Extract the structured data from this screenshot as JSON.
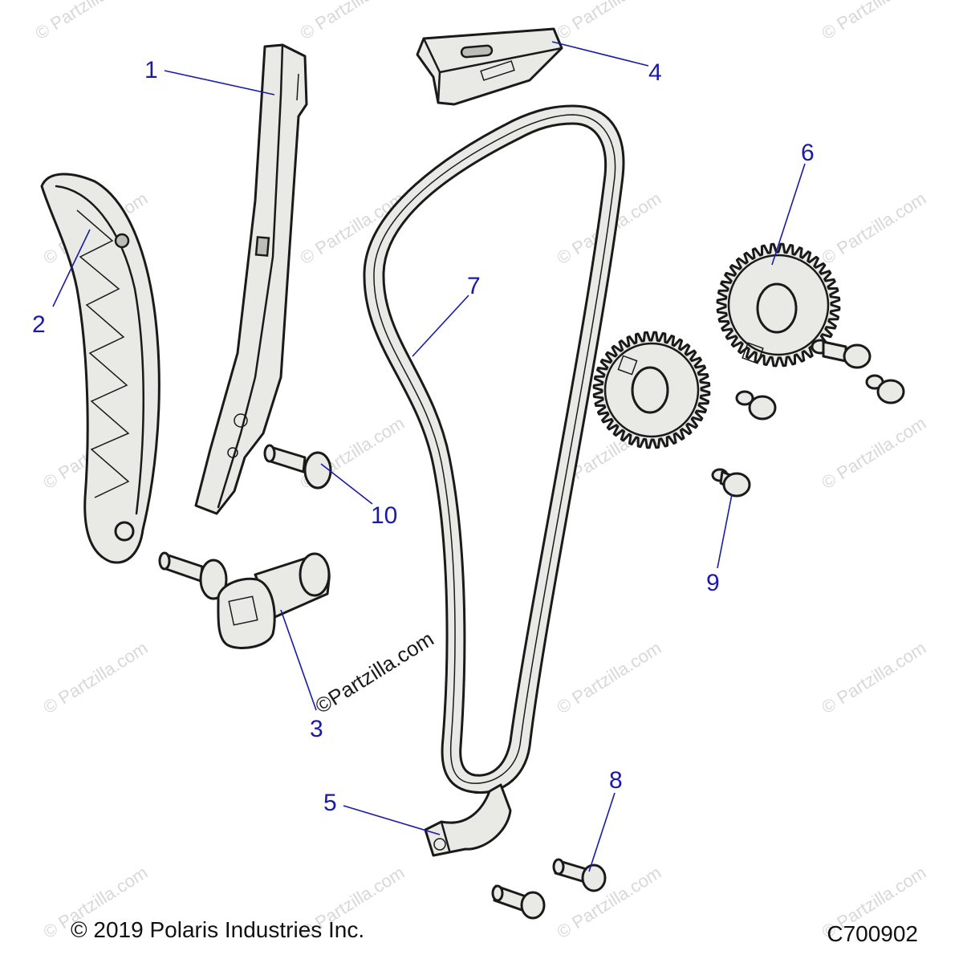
{
  "diagram": {
    "callouts": [
      "1",
      "2",
      "3",
      "4",
      "5",
      "6",
      "7",
      "8",
      "9",
      "10"
    ],
    "copyright": "© 2019 Polaris Industries Inc.",
    "figure_code": "C700902",
    "watermark_main": "©Partzilla.com",
    "watermark_repeat": "© Partzilla.com"
  },
  "colors": {
    "callout": "#1a1aa8",
    "outline": "#1a1a1a",
    "part_fill": "#e9e9e6",
    "watermark": "#d8d8d8"
  }
}
